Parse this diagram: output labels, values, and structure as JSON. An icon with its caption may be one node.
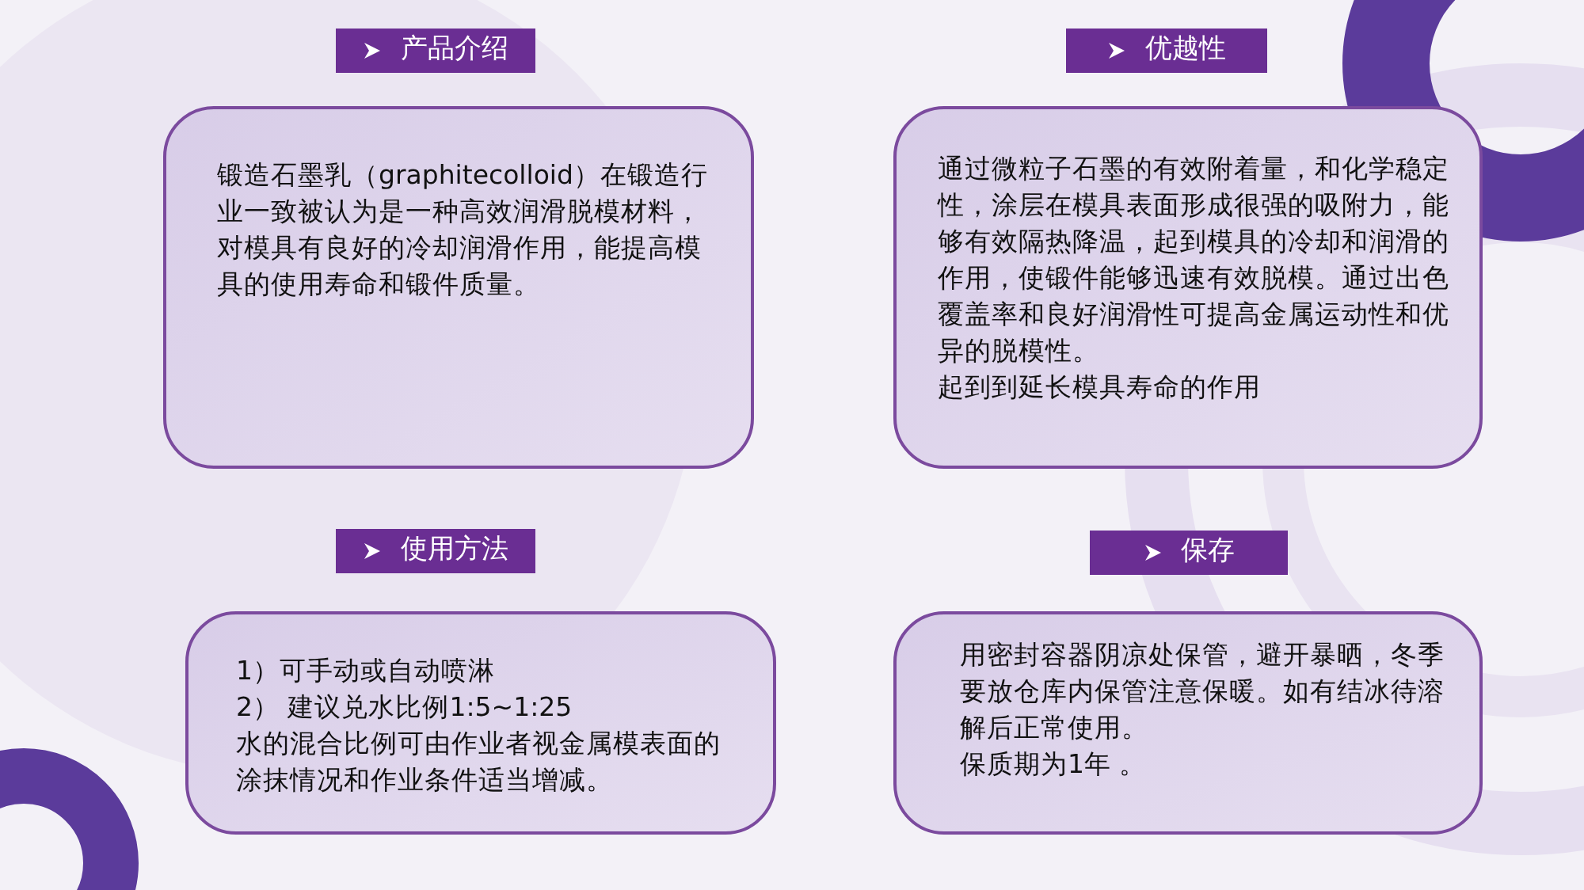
{
  "diagram": {
    "nodes": [
      {
        "text": [
          "产品介绍"
        ]
      },
      {
        "text": [
          "锻造石墨乳（graphitecolloid）在锻造行业一致被认为是一种高效润滑脱模材料，对模具有良好的冷却润滑作用，能提高模具的使用寿命和锻件质量。"
        ]
      },
      {
        "text": [
          "优越性"
        ]
      },
      {
        "text": [
          "通过微粒子石墨的有效附着量，和化学稳定性，涂层在模具表面形成很强的吸附力，能够有效隔热降温，起到模具的冷却和润滑的作用，使锻件能够迅速有效脱模。通过出色覆盖率和良好润滑性可提高金属运动性和优异的脱模性。",
          "起到到延长模具寿命的作用"
        ]
      },
      {
        "text": [
          "使用方法"
        ]
      },
      {
        "text": [
          "1）可手动或自动喷淋",
          "2） 建议兑水比例1:5~1:25",
          "水的混合比例可由作业者视金属模表面的涂抹情况和作业条件适当增减。"
        ]
      },
      {
        "text": [
          "保存"
        ]
      },
      {
        "text": [
          "用密封容器阴凉处保管，避开暴晒，冬季要放仓库内保管注意保暖。如有结冰待溶解后正常使用。",
          "保质期为1年 。"
        ]
      }
    ]
  }
}
